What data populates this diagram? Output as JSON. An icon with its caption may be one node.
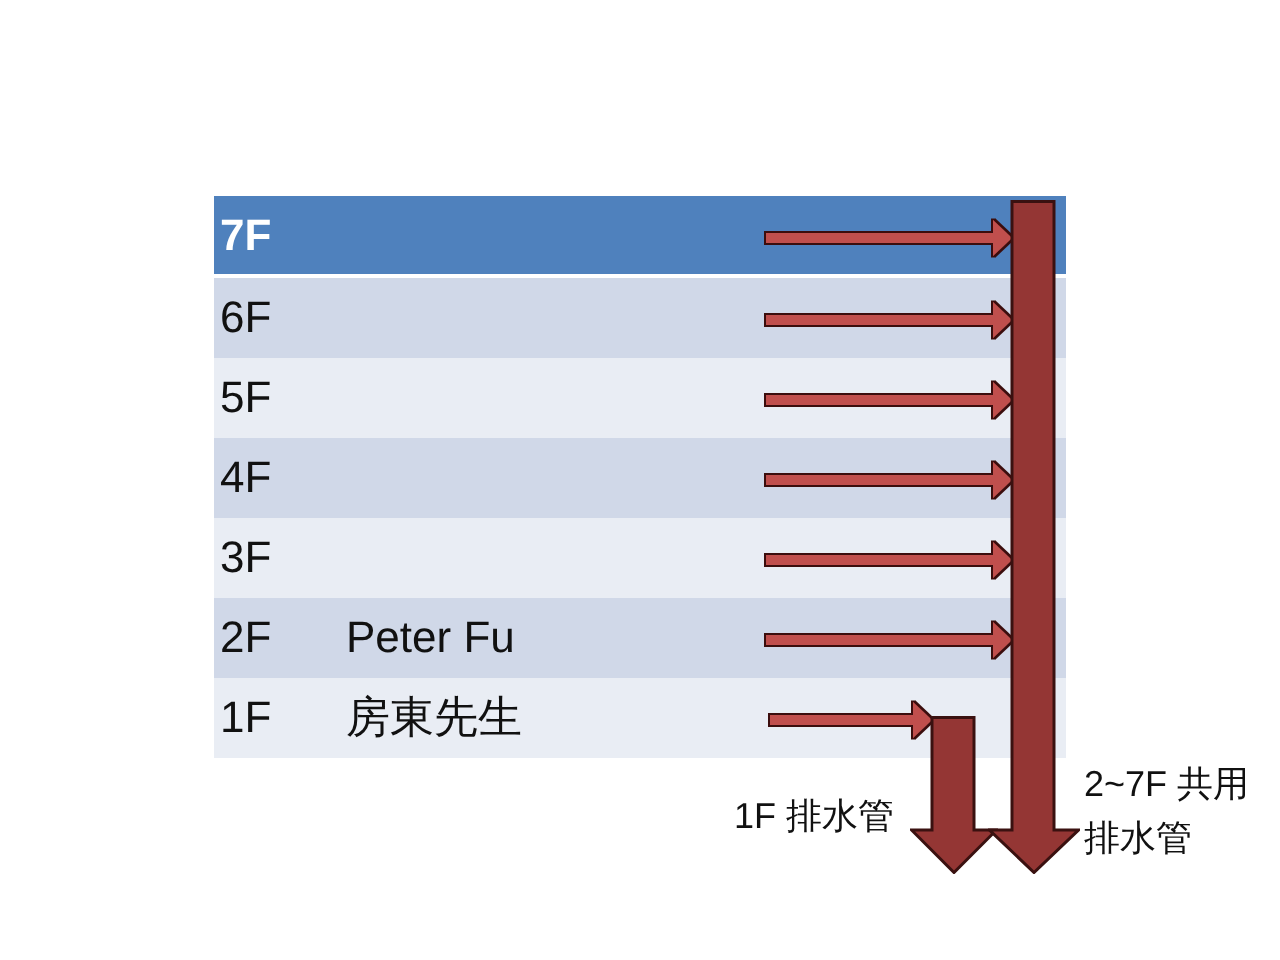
{
  "diagram": {
    "nodes": [
      {
        "text": [
          "7F"
        ]
      },
      {
        "text": [
          "6F"
        ]
      },
      {
        "text": [
          "5F"
        ]
      },
      {
        "text": [
          "4F"
        ]
      },
      {
        "text": [
          "3F"
        ]
      },
      {
        "text": [
          "2F",
          "Peter Fu"
        ]
      },
      {
        "text": [
          "1F",
          "房東先生"
        ]
      },
      {
        "text": [],
        "shape": "arrow",
        "beside": [
          "1F 排水管"
        ]
      },
      {
        "text": [],
        "shape": "arrow",
        "beside": [
          "2~7F 共用排水管"
        ]
      }
    ],
    "edges": [
      {
        "from": 0,
        "to": 8,
        "arrow": "to"
      },
      {
        "from": 1,
        "to": 8,
        "arrow": "to"
      },
      {
        "from": 2,
        "to": 8,
        "arrow": "to"
      },
      {
        "from": 3,
        "to": 8,
        "arrow": "to"
      },
      {
        "from": 4,
        "to": 8,
        "arrow": "to"
      },
      {
        "from": 5,
        "to": 8,
        "arrow": "to"
      },
      {
        "from": 6,
        "to": 7,
        "arrow": "to"
      }
    ]
  }
}
